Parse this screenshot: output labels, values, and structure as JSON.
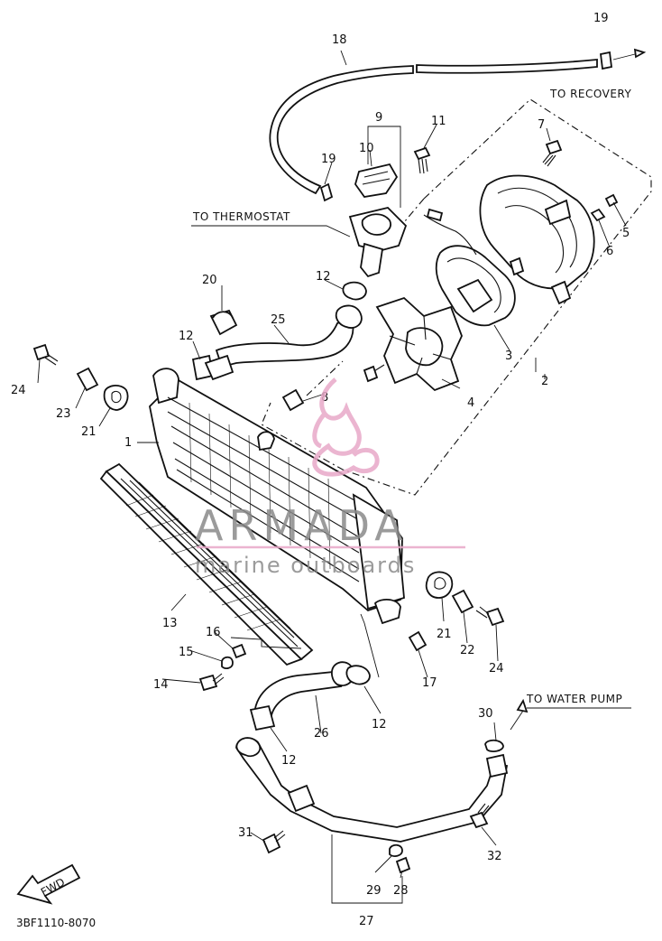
{
  "diagram": {
    "labels": {
      "p1": "1",
      "p2": "2",
      "p3": "3",
      "p4": "4",
      "p5": "5",
      "p6": "6",
      "p7": "7",
      "p8": "8",
      "p9": "9",
      "p10": "10",
      "p11": "11",
      "p12a": "12",
      "p12b": "12",
      "p12c": "12",
      "p12d": "12",
      "p13": "13",
      "p14": "14",
      "p15": "15",
      "p16": "16",
      "p17": "17",
      "p18": "18",
      "p19a": "19",
      "p19b": "19",
      "p20": "20",
      "p21a": "21",
      "p21b": "21",
      "p22": "22",
      "p23": "23",
      "p24a": "24",
      "p24b": "24",
      "p25": "25",
      "p26": "26",
      "p27": "27",
      "p28": "28",
      "p29": "29",
      "p30": "30",
      "p31": "31",
      "p32": "32"
    },
    "notes": {
      "to_recovery": "TO RECOVERY",
      "to_thermostat": "TO THERMOSTAT",
      "to_water_pump": "TO WATER PUMP"
    },
    "fwd": "FWD",
    "code": "3BF1110-8070"
  },
  "watermark": {
    "brand": "ARMADA",
    "tagline": "marine outboards",
    "color": "#e8a8c8",
    "text_color": "#8a8a8a"
  }
}
